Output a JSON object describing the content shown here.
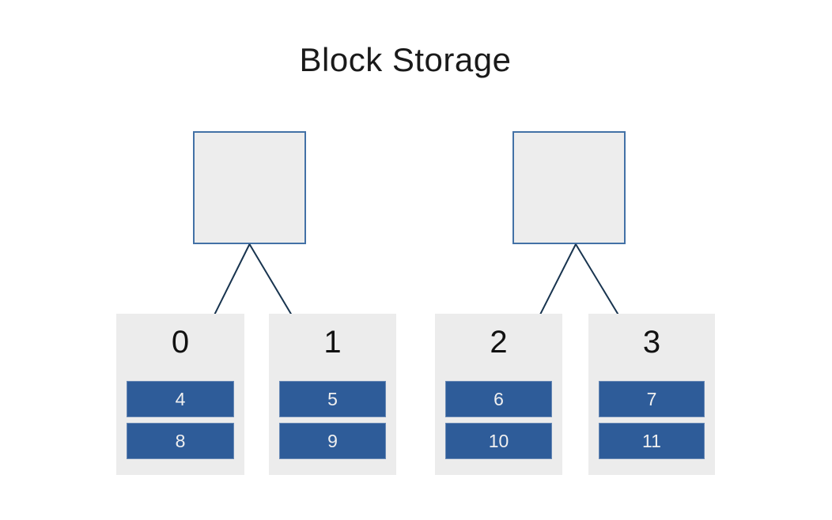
{
  "title": "Block Storage",
  "colors": {
    "background": "#ffffff",
    "panel_gray": "#ececec",
    "square_fill": "#ededed",
    "square_border": "#4371a6",
    "block_fill": "#2e5c99",
    "block_text": "#f0f0f0",
    "line": "#18344f",
    "label_text": "#111111",
    "title_text": "#1a1a1a"
  },
  "squares": [
    {
      "id": "square-left"
    },
    {
      "id": "square-right"
    }
  ],
  "panels": [
    {
      "label": "0",
      "blocks": [
        "4",
        "8"
      ]
    },
    {
      "label": "1",
      "blocks": [
        "5",
        "9"
      ]
    },
    {
      "label": "2",
      "blocks": [
        "6",
        "10"
      ]
    },
    {
      "label": "3",
      "blocks": [
        "7",
        "11"
      ]
    }
  ],
  "edges": [
    {
      "from": "square-left",
      "to_block": "4"
    },
    {
      "from": "square-left",
      "to_block": "5"
    },
    {
      "from": "square-right",
      "to_block": "6"
    },
    {
      "from": "square-right",
      "to_block": "7"
    }
  ]
}
